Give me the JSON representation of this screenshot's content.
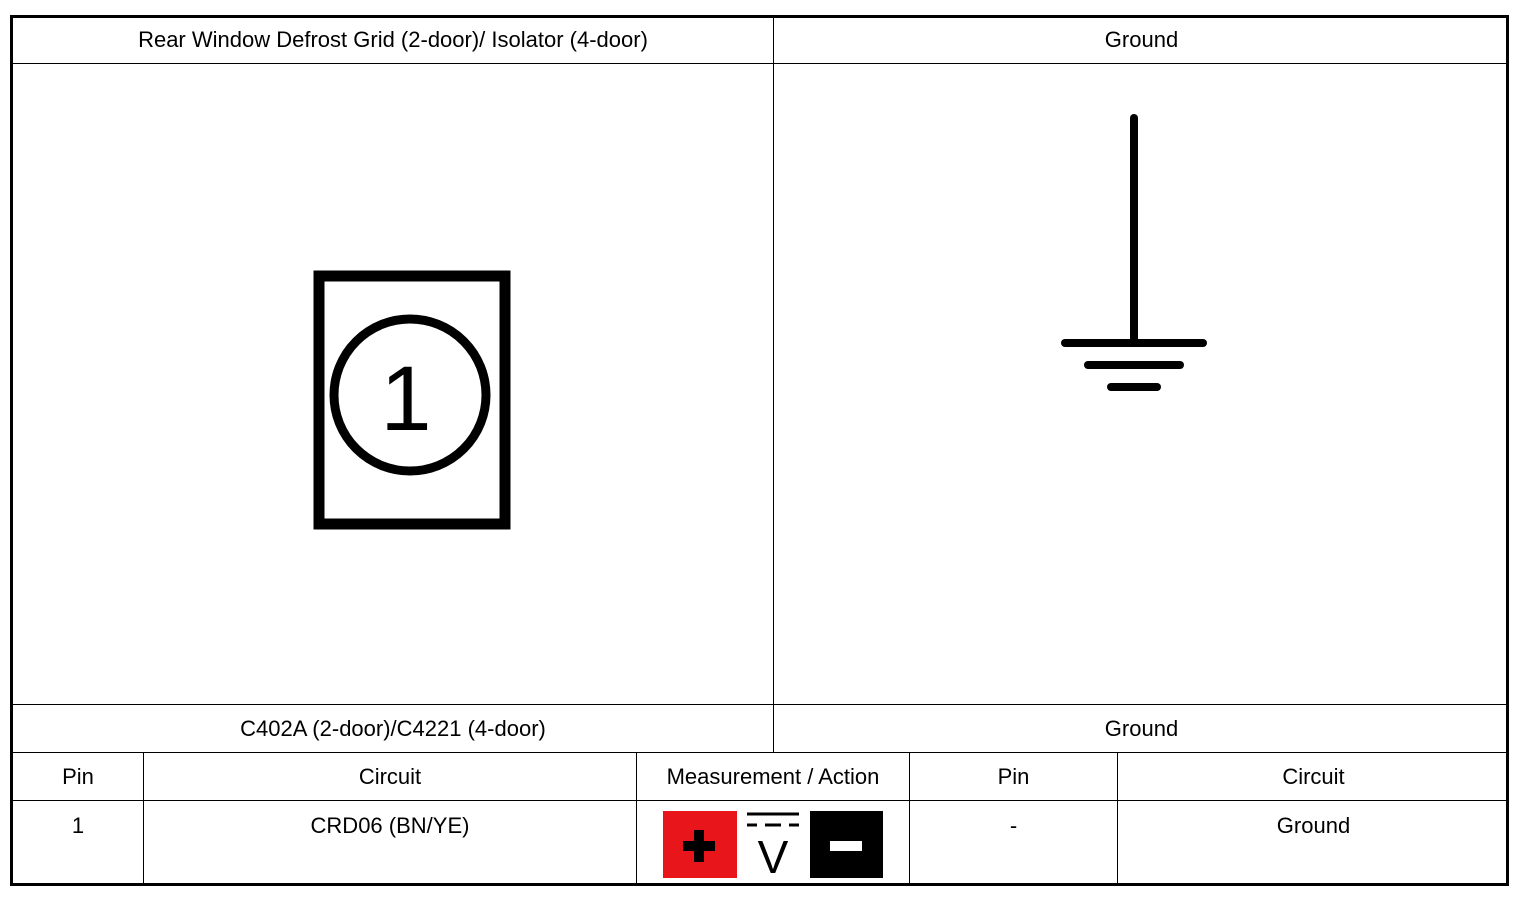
{
  "connectors": [
    {
      "title": "Rear Window Defrost Grid (2-door)/ Isolator (4-door)",
      "pin_label": "1",
      "connector_id": "C402A (2-door)/C4221 (4-door)"
    },
    {
      "title": "Ground",
      "connector_id": "Ground"
    }
  ],
  "table": {
    "headers": [
      "Pin",
      "Circuit",
      "Measurement / Action",
      "Pin",
      "Circuit"
    ],
    "rows": [
      {
        "pin_a": "1",
        "circuit_a": "CRD06 (BN/YE)",
        "measurement": {
          "positive_icon": "plus-icon",
          "meter_icon": "dc-voltage-icon",
          "meter_label": "V",
          "negative_icon": "minus-icon",
          "positive_color": "#e8161b",
          "negative_color": "#000000"
        },
        "pin_b": "-",
        "circuit_b": "Ground"
      }
    ]
  }
}
